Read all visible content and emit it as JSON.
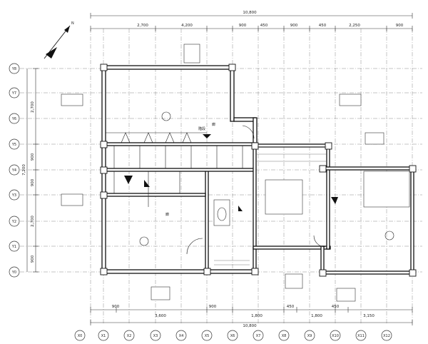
{
  "dimensions": {
    "top_overall": "10,800",
    "top_segments": [
      "2,700",
      "4,200",
      "900",
      "450",
      "900",
      "450",
      "2,250",
      "900"
    ],
    "bottom_overall": "10,800",
    "bottom_segments": [
      "900",
      "3,600",
      "900",
      "1,800",
      "450",
      "1,800",
      "450",
      "3,150"
    ],
    "left_segments": [
      "2,700",
      "900",
      "900",
      "2,700",
      "900"
    ],
    "left_overall": "7,200"
  },
  "grid_rows": [
    "Y8",
    "Y7",
    "Y6",
    "Y5",
    "Y4",
    "Y3",
    "Y2",
    "Y1",
    "Y0"
  ],
  "grid_cols": [
    "X0",
    "X1",
    "X2",
    "X3",
    "X4",
    "X5",
    "X6",
    "X7",
    "X8",
    "X9",
    "X10",
    "X11",
    "X12"
  ],
  "room_labels": {
    "kitchen_area": "階段",
    "hall_upper": "廊",
    "hall_lower": "廊"
  },
  "north_label": "N"
}
